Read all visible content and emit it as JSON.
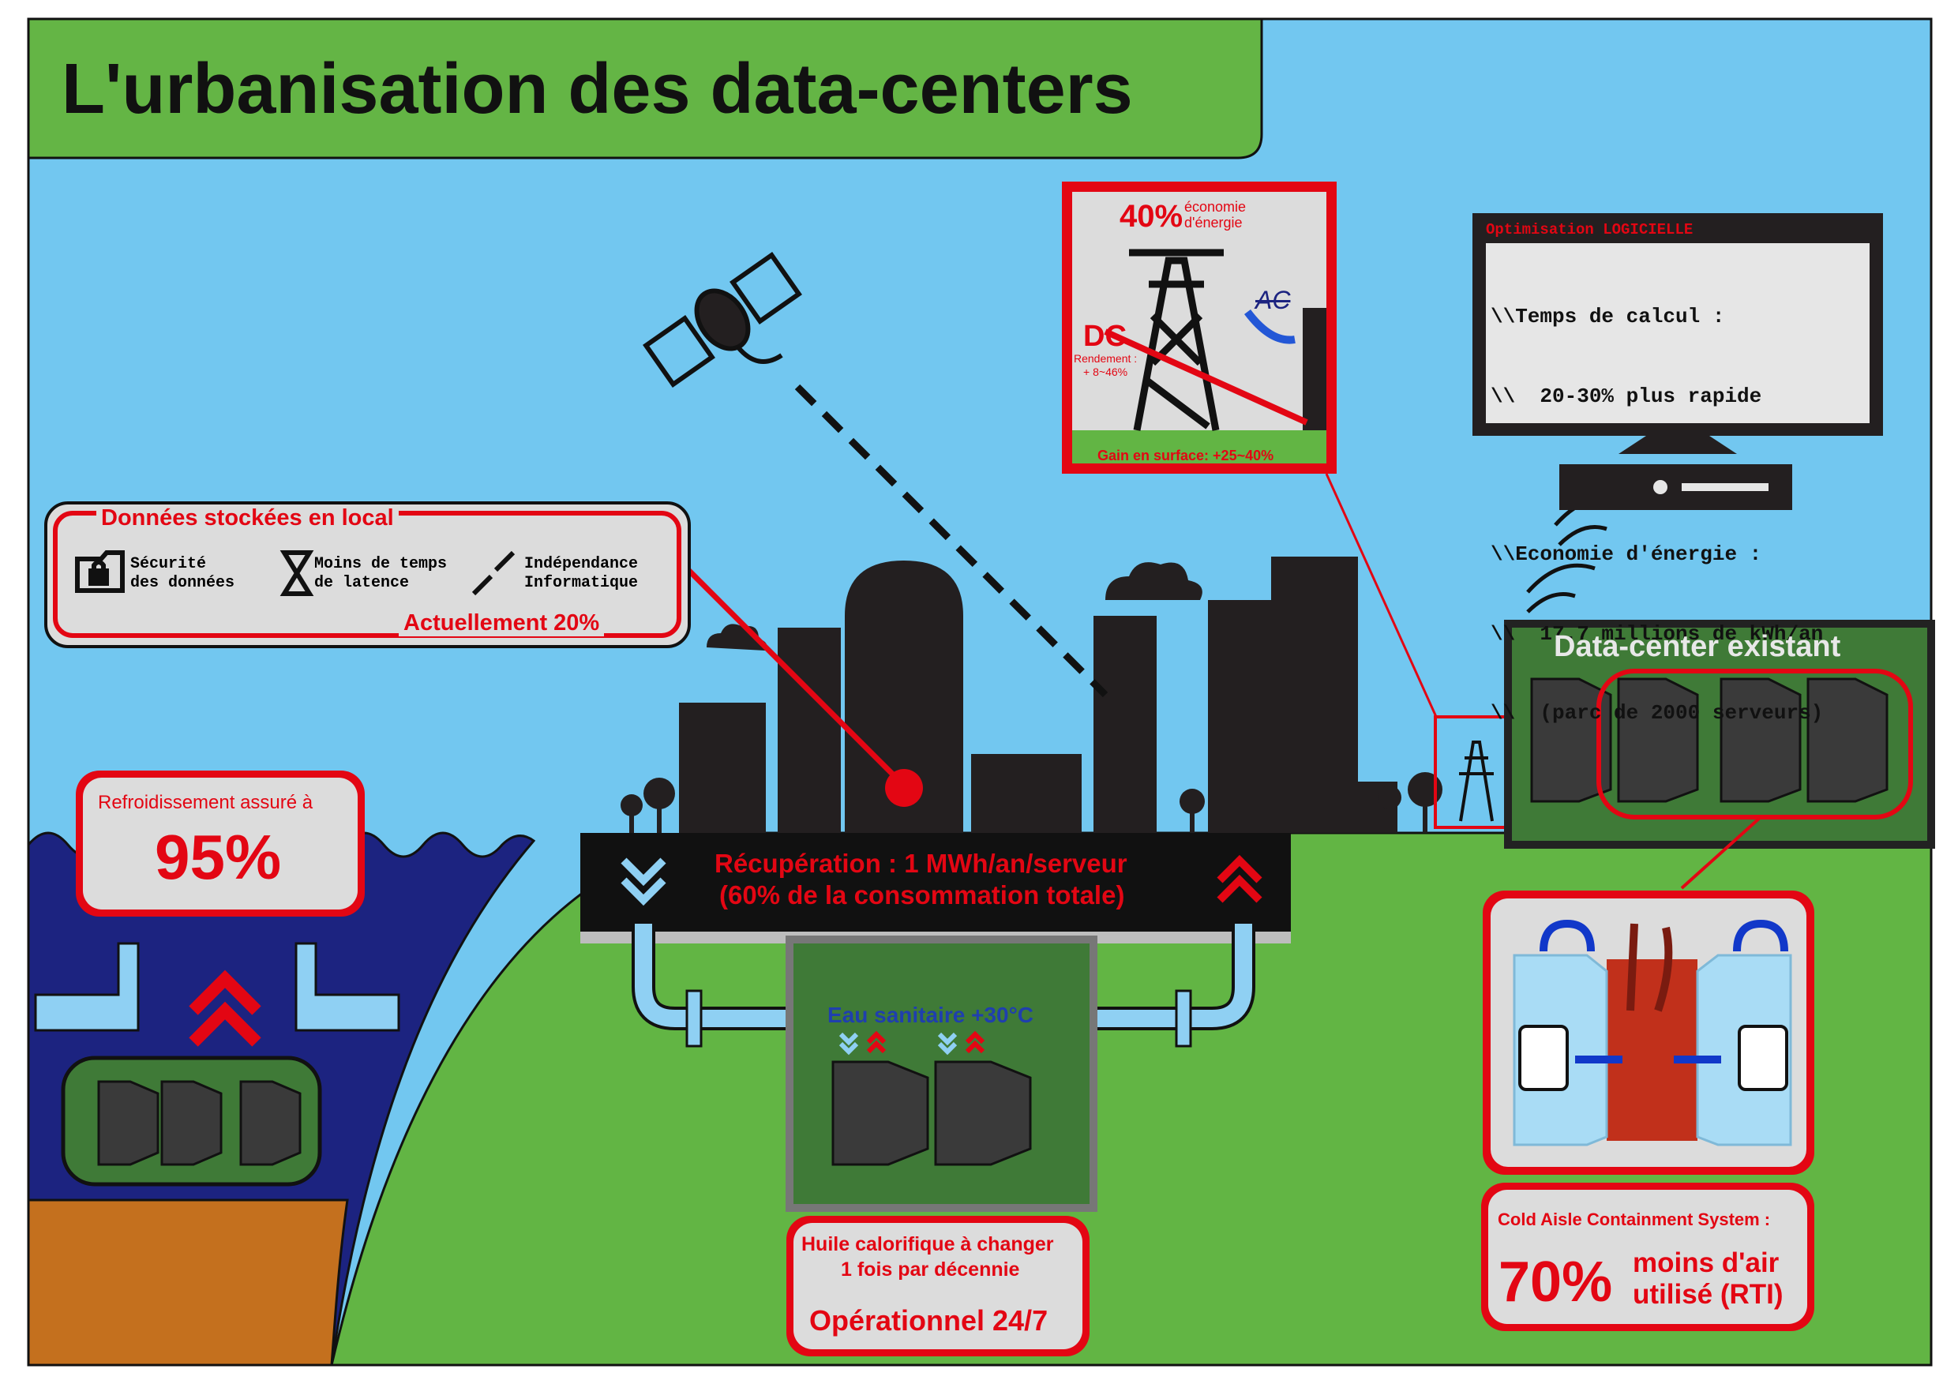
{
  "title": "L'urbanisation des data-centers",
  "local_storage": {
    "heading": "Données stockées en local",
    "items": [
      {
        "label_line1": "Sécurité",
        "label_line2": "des données",
        "icon": "padlock-folder-icon"
      },
      {
        "label_line1": "Moins de temps",
        "label_line2": "de latence",
        "icon": "hourglass-icon"
      },
      {
        "label_line1": "Indépendance",
        "label_line2": "Informatique",
        "icon": "broken-chain-icon"
      }
    ],
    "footer": "Actuellement 20%"
  },
  "dc_power": {
    "percent": "40%",
    "percent_note_line1": "économie",
    "percent_note_line2": "d'énergie",
    "dc_label": "DC",
    "ac_label": "AC",
    "yield_line1": "Rendement :",
    "yield_line2": "+ 8~46%",
    "surface_gain": "Gain en surface: +25~40%"
  },
  "software": {
    "header": "Optimisation LOGICIELLE",
    "lines": [
      "\\\\Temps de calcul :",
      "\\\\  20-30% plus rapide",
      "",
      "\\\\Economie d'énergie :",
      "\\\\  17.7 millions de kWh/an",
      "\\\\  (parc de 2000 serveurs)"
    ]
  },
  "existing_dc": {
    "label": "Data-center existant"
  },
  "cooling": {
    "label": "Refroidissement assuré à",
    "value": "95%"
  },
  "heat_recovery": {
    "line1": "Récupération : 1 MWh/an/serveur",
    "line2": "(60% de la consommation totale)",
    "water": "Eau sanitaire +30°C"
  },
  "oil": {
    "line1": "Huile calorifique à changer",
    "line2": "1 fois par décennie",
    "status": "Opérationnel 24/7"
  },
  "cold_aisle": {
    "label": "Cold Aisle Containment System :",
    "value": "70%",
    "desc_line1": "moins d'air",
    "desc_line2": "utilisé (RTI)"
  },
  "colors": {
    "sky": "#72c7f0",
    "ground": "#62b544",
    "sea": "#1c2380",
    "soil": "#c4701e",
    "accent_red": "#e30613",
    "title_green": "#64b545",
    "building": "#231f20",
    "pipe": "#8fd0f3",
    "panel_grey": "#dcdcdc",
    "server_green": "#3f7a37"
  }
}
